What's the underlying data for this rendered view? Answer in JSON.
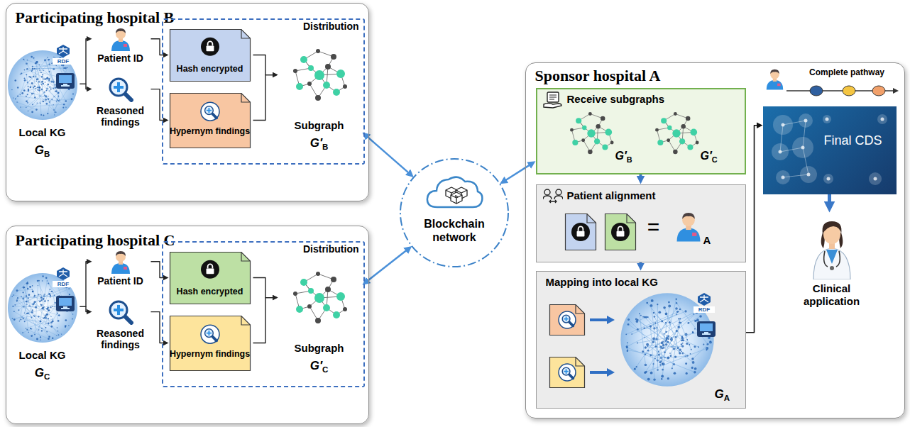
{
  "diagram": {
    "nodes": [
      {
        "text": [
          "Participating hospital B"
        ]
      },
      {
        "text": [
          "Local KG",
          "G",
          "B"
        ],
        "in": 0
      },
      {
        "text": [
          "Patient ID"
        ],
        "in": 0
      },
      {
        "text": [
          "Reasoned findings"
        ],
        "in": 0
      },
      {
        "text": [
          "Distribution"
        ],
        "in": 0
      },
      {
        "text": [
          "Hash encrypted"
        ],
        "in": 4
      },
      {
        "text": [
          "Hypernym findings"
        ],
        "in": 4
      },
      {
        "text": [
          "Subgraph",
          "G′",
          "B"
        ],
        "in": 4
      },
      {
        "text": [
          "Participating hospital C"
        ]
      },
      {
        "text": [
          "Local KG",
          "G",
          "C"
        ],
        "in": 8
      },
      {
        "text": [
          "Patient ID"
        ],
        "in": 8
      },
      {
        "text": [
          "Reasoned findings"
        ],
        "in": 8
      },
      {
        "text": [
          "Distribution"
        ],
        "in": 8
      },
      {
        "text": [
          "Hash encrypted"
        ],
        "in": 12
      },
      {
        "text": [
          "Hypernym findings"
        ],
        "in": 12
      },
      {
        "text": [
          "Subgraph",
          "G′",
          "C"
        ],
        "in": 12
      },
      {
        "text": [
          "Blockchain network"
        ]
      },
      {
        "text": [
          "Sponsor hospital A"
        ]
      },
      {
        "text": [
          "Receive subgraphs",
          "G′",
          "B",
          "G′",
          "C"
        ],
        "in": 17
      },
      {
        "text": [
          "Patient alignment",
          "=",
          "A"
        ],
        "in": 17
      },
      {
        "text": [
          "Mapping into local KG",
          "G",
          "A"
        ],
        "in": 17
      },
      {
        "text": [
          "Final CDS"
        ],
        "in": 17
      },
      {
        "text": [
          "Clinical application"
        ],
        "in": 17
      }
    ],
    "edges": [
      {
        "from": 1,
        "to": 2,
        "arrow": "to"
      },
      {
        "from": 1,
        "to": 3,
        "arrow": "to"
      },
      {
        "from": 2,
        "to": 5,
        "arrow": "to"
      },
      {
        "from": 3,
        "to": 6,
        "arrow": "to"
      },
      {
        "from": 5,
        "to": 7,
        "arrow": "to"
      },
      {
        "from": 6,
        "to": 7,
        "arrow": "to"
      },
      {
        "from": 7,
        "to": 16,
        "arrow": "both"
      },
      {
        "from": 9,
        "to": 10,
        "arrow": "to"
      },
      {
        "from": 9,
        "to": 11,
        "arrow": "to"
      },
      {
        "from": 10,
        "to": 13,
        "arrow": "to"
      },
      {
        "from": 11,
        "to": 14,
        "arrow": "to"
      },
      {
        "from": 13,
        "to": 15,
        "arrow": "to"
      },
      {
        "from": 14,
        "to": 15,
        "arrow": "to"
      },
      {
        "from": 15,
        "to": 16,
        "arrow": "both"
      },
      {
        "from": 16,
        "to": 18,
        "arrow": "both"
      },
      {
        "from": 18,
        "to": 19,
        "arrow": "to"
      },
      {
        "from": 19,
        "to": 20,
        "arrow": "to"
      },
      {
        "from": 20,
        "to": 21,
        "arrow": "to"
      },
      {
        "from": 21,
        "to": 22,
        "arrow": "to"
      }
    ],
    "labels": [
      "RDF",
      "RDF",
      "RDF",
      "Complete pathway"
    ]
  }
}
